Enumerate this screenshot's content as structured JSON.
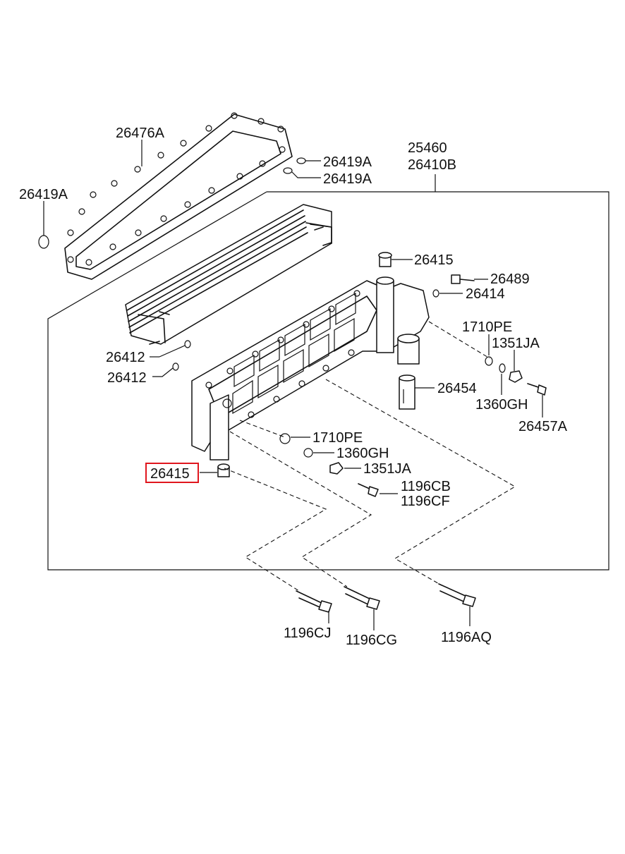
{
  "labels": {
    "gasket": "26476A",
    "oring_top_1": "26419A",
    "oring_top_2": "26419A",
    "oring_left": "26419A",
    "assy_1": "25460",
    "assy_2": "26410B",
    "plug_top": "26415",
    "bolt_26489": "26489",
    "oring_26414": "26414",
    "washer_1710pe_right": "1710PE",
    "nut_1351ja_right": "1351JA",
    "oring_26412_a": "26412",
    "oring_26412_b": "26412",
    "valve_26454": "26454",
    "washer_1360gh_right": "1360GH",
    "bolt_26457a": "26457A",
    "washer_1710pe_mid": "1710PE",
    "washer_1360gh_mid": "1360GH",
    "nut_1351ja_mid": "1351JA",
    "plug_highlight": "26415",
    "bolt_1196cb": "1196CB",
    "bolt_1196cf": "1196CF",
    "bolt_1196cj": "1196CJ",
    "bolt_1196cg": "1196CG",
    "bolt_1196aq": "1196AQ"
  },
  "highlight_color": "#e0161e"
}
